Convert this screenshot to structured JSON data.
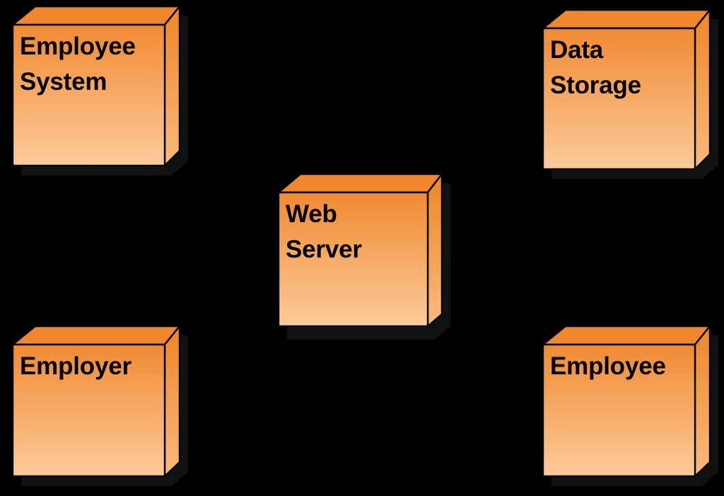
{
  "diagram": {
    "type": "uml-deployment-diagram",
    "background_color": "#000000",
    "node_style": {
      "front_gradient_top": "#F08A33",
      "front_gradient_bottom": "#FCCB9A",
      "top_face_color": "#F0862E",
      "side_gradient_top": "#EF8527",
      "side_gradient_bottom": "#F9B87A",
      "stroke_color": "#000000",
      "label_color": "#000000"
    },
    "nodes": [
      {
        "id": "employee-system",
        "label": "Employee\nSystem",
        "label_line_1": "Employee",
        "label_line_2": "System",
        "position": "top-left"
      },
      {
        "id": "data-storage",
        "label": "Data\nStorage",
        "label_line_1": "Data",
        "label_line_2": "Storage",
        "position": "top-right"
      },
      {
        "id": "web-server",
        "label": "Web\nServer",
        "label_line_1": "Web",
        "label_line_2": "Server",
        "position": "center"
      },
      {
        "id": "employer",
        "label": "Employer",
        "label_line_1": "Employer",
        "label_line_2": "",
        "position": "bottom-left"
      },
      {
        "id": "employee",
        "label": "Employee",
        "label_line_1": "Employee",
        "label_line_2": "",
        "position": "bottom-right"
      }
    ]
  }
}
